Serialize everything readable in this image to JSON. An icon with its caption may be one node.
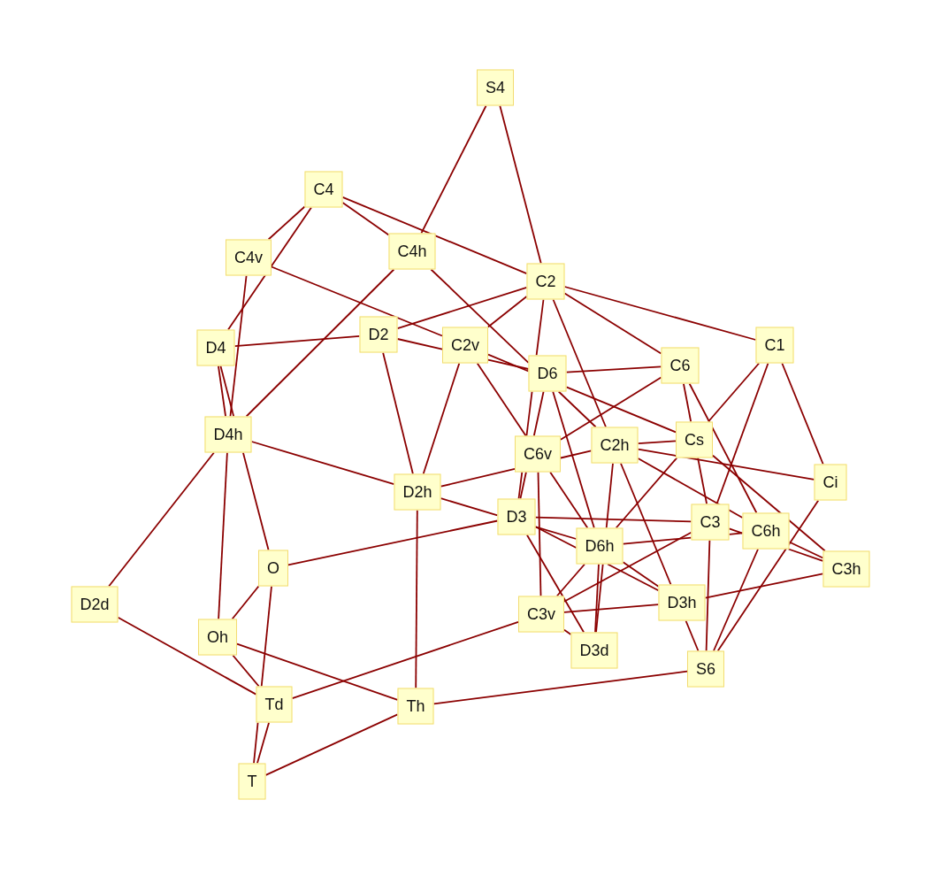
{
  "diagram": {
    "nodes": [
      {
        "text": [
          "S4"
        ]
      },
      {
        "text": [
          "C4"
        ]
      },
      {
        "text": [
          "C4v"
        ]
      },
      {
        "text": [
          "C4h"
        ]
      },
      {
        "text": [
          "C2"
        ]
      },
      {
        "text": [
          "D2"
        ]
      },
      {
        "text": [
          "C1"
        ]
      },
      {
        "text": [
          "D4"
        ]
      },
      {
        "text": [
          "C2v"
        ]
      },
      {
        "text": [
          "C6"
        ]
      },
      {
        "text": [
          "D6"
        ]
      },
      {
        "text": [
          "D4h"
        ]
      },
      {
        "text": [
          "Cs"
        ]
      },
      {
        "text": [
          "C2h"
        ]
      },
      {
        "text": [
          "C6v"
        ]
      },
      {
        "text": [
          "Ci"
        ]
      },
      {
        "text": [
          "D2h"
        ]
      },
      {
        "text": [
          "D3"
        ]
      },
      {
        "text": [
          "C3"
        ]
      },
      {
        "text": [
          "C6h"
        ]
      },
      {
        "text": [
          "D6h"
        ]
      },
      {
        "text": [
          "O"
        ]
      },
      {
        "text": [
          "C3h"
        ]
      },
      {
        "text": [
          "D3h"
        ]
      },
      {
        "text": [
          "D2d"
        ]
      },
      {
        "text": [
          "C3v"
        ]
      },
      {
        "text": [
          "Oh"
        ]
      },
      {
        "text": [
          "D3d"
        ]
      },
      {
        "text": [
          "S6"
        ]
      },
      {
        "text": [
          "Td"
        ]
      },
      {
        "text": [
          "Th"
        ]
      },
      {
        "text": [
          "T"
        ]
      }
    ],
    "edges": [
      {
        "from": 0,
        "to": 3,
        "arrow": "none"
      },
      {
        "from": 0,
        "to": 4,
        "arrow": "none"
      },
      {
        "from": 1,
        "to": 2,
        "arrow": "none"
      },
      {
        "from": 1,
        "to": 3,
        "arrow": "none"
      },
      {
        "from": 1,
        "to": 4,
        "arrow": "none"
      },
      {
        "from": 1,
        "to": 7,
        "arrow": "none"
      },
      {
        "from": 2,
        "to": 8,
        "arrow": "none"
      },
      {
        "from": 2,
        "to": 11,
        "arrow": "none"
      },
      {
        "from": 3,
        "to": 10,
        "arrow": "none"
      },
      {
        "from": 3,
        "to": 11,
        "arrow": "none"
      },
      {
        "from": 4,
        "to": 5,
        "arrow": "none"
      },
      {
        "from": 4,
        "to": 8,
        "arrow": "none"
      },
      {
        "from": 4,
        "to": 10,
        "arrow": "none"
      },
      {
        "from": 4,
        "to": 9,
        "arrow": "none"
      },
      {
        "from": 4,
        "to": 6,
        "arrow": "none"
      },
      {
        "from": 4,
        "to": 13,
        "arrow": "none"
      },
      {
        "from": 5,
        "to": 7,
        "arrow": "none"
      },
      {
        "from": 5,
        "to": 8,
        "arrow": "none"
      },
      {
        "from": 5,
        "to": 16,
        "arrow": "none"
      },
      {
        "from": 6,
        "to": 12,
        "arrow": "none"
      },
      {
        "from": 6,
        "to": 18,
        "arrow": "none"
      },
      {
        "from": 6,
        "to": 15,
        "arrow": "none"
      },
      {
        "from": 7,
        "to": 11,
        "arrow": "none"
      },
      {
        "from": 7,
        "to": 11,
        "arrow": "none"
      },
      {
        "from": 8,
        "to": 10,
        "arrow": "none"
      },
      {
        "from": 8,
        "to": 10,
        "arrow": "none"
      },
      {
        "from": 8,
        "to": 14,
        "arrow": "none"
      },
      {
        "from": 8,
        "to": 16,
        "arrow": "none"
      },
      {
        "from": 9,
        "to": 10,
        "arrow": "none"
      },
      {
        "from": 9,
        "to": 12,
        "arrow": "none"
      },
      {
        "from": 9,
        "to": 14,
        "arrow": "none"
      },
      {
        "from": 9,
        "to": 19,
        "arrow": "none"
      },
      {
        "from": 10,
        "to": 12,
        "arrow": "none"
      },
      {
        "from": 10,
        "to": 13,
        "arrow": "none"
      },
      {
        "from": 10,
        "to": 14,
        "arrow": "none"
      },
      {
        "from": 10,
        "to": 14,
        "arrow": "none"
      },
      {
        "from": 10,
        "to": 20,
        "arrow": "none"
      },
      {
        "from": 11,
        "to": 16,
        "arrow": "none"
      },
      {
        "from": 11,
        "to": 21,
        "arrow": "none"
      },
      {
        "from": 11,
        "to": 24,
        "arrow": "none"
      },
      {
        "from": 11,
        "to": 26,
        "arrow": "none"
      },
      {
        "from": 12,
        "to": 13,
        "arrow": "none"
      },
      {
        "from": 12,
        "to": 18,
        "arrow": "none"
      },
      {
        "from": 12,
        "to": 20,
        "arrow": "none"
      },
      {
        "from": 12,
        "to": 22,
        "arrow": "none"
      },
      {
        "from": 13,
        "to": 14,
        "arrow": "none"
      },
      {
        "from": 13,
        "to": 15,
        "arrow": "none"
      },
      {
        "from": 13,
        "to": 19,
        "arrow": "none"
      },
      {
        "from": 13,
        "to": 20,
        "arrow": "none"
      },
      {
        "from": 13,
        "to": 23,
        "arrow": "none"
      },
      {
        "from": 14,
        "to": 16,
        "arrow": "none"
      },
      {
        "from": 14,
        "to": 17,
        "arrow": "none"
      },
      {
        "from": 14,
        "to": 17,
        "arrow": "none"
      },
      {
        "from": 14,
        "to": 20,
        "arrow": "none"
      },
      {
        "from": 14,
        "to": 25,
        "arrow": "none"
      },
      {
        "from": 15,
        "to": 28,
        "arrow": "none"
      },
      {
        "from": 16,
        "to": 17,
        "arrow": "none"
      },
      {
        "from": 16,
        "to": 30,
        "arrow": "none"
      },
      {
        "from": 17,
        "to": 18,
        "arrow": "none"
      },
      {
        "from": 17,
        "to": 20,
        "arrow": "none"
      },
      {
        "from": 17,
        "to": 20,
        "arrow": "none"
      },
      {
        "from": 17,
        "to": 21,
        "arrow": "none"
      },
      {
        "from": 17,
        "to": 27,
        "arrow": "none"
      },
      {
        "from": 18,
        "to": 19,
        "arrow": "none"
      },
      {
        "from": 18,
        "to": 19,
        "arrow": "none"
      },
      {
        "from": 18,
        "to": 25,
        "arrow": "none"
      },
      {
        "from": 18,
        "to": 28,
        "arrow": "none"
      },
      {
        "from": 19,
        "to": 22,
        "arrow": "none"
      },
      {
        "from": 19,
        "to": 22,
        "arrow": "none"
      },
      {
        "from": 19,
        "to": 28,
        "arrow": "none"
      },
      {
        "from": 20,
        "to": 18,
        "arrow": "none"
      },
      {
        "from": 20,
        "to": 23,
        "arrow": "none"
      },
      {
        "from": 20,
        "to": 23,
        "arrow": "none"
      },
      {
        "from": 20,
        "to": 25,
        "arrow": "none"
      },
      {
        "from": 20,
        "to": 27,
        "arrow": "none"
      },
      {
        "from": 20,
        "to": 27,
        "arrow": "none"
      },
      {
        "from": 21,
        "to": 26,
        "arrow": "none"
      },
      {
        "from": 21,
        "to": 29,
        "arrow": "none"
      },
      {
        "from": 22,
        "to": 23,
        "arrow": "none"
      },
      {
        "from": 23,
        "to": 25,
        "arrow": "none"
      },
      {
        "from": 23,
        "to": 28,
        "arrow": "none"
      },
      {
        "from": 24,
        "to": 29,
        "arrow": "none"
      },
      {
        "from": 25,
        "to": 27,
        "arrow": "none"
      },
      {
        "from": 25,
        "to": 29,
        "arrow": "none"
      },
      {
        "from": 26,
        "to": 29,
        "arrow": "none"
      },
      {
        "from": 26,
        "to": 30,
        "arrow": "none"
      },
      {
        "from": 28,
        "to": 30,
        "arrow": "none"
      },
      {
        "from": 29,
        "to": 31,
        "arrow": "none"
      },
      {
        "from": 29,
        "to": 31,
        "arrow": "none"
      },
      {
        "from": 30,
        "to": 31,
        "arrow": "none"
      }
    ]
  }
}
